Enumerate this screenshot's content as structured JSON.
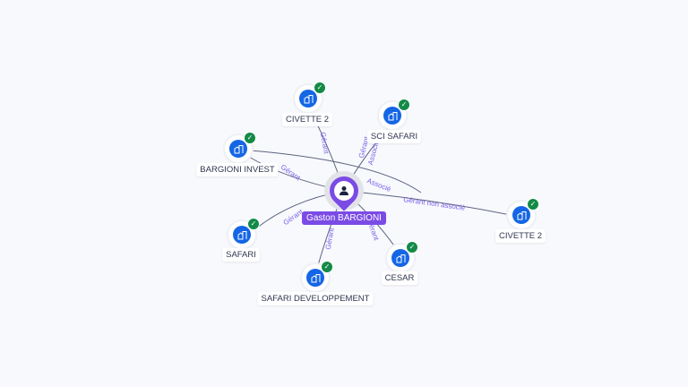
{
  "center": {
    "name": "Gaston BARGIONI",
    "icon": "person-icon",
    "color": "#7b4be6"
  },
  "nodes": [
    {
      "name": "CIVETTE 2",
      "icon": "company-icon",
      "verified": true
    },
    {
      "name": "SCI SAFARI",
      "icon": "company-icon",
      "verified": true
    },
    {
      "name": "BARGIONI INVEST",
      "icon": "company-icon",
      "verified": true
    },
    {
      "name": "SAFARI",
      "icon": "company-icon",
      "verified": true
    },
    {
      "name": "SAFARI DEVELOPPEMENT",
      "icon": "company-icon",
      "verified": true
    },
    {
      "name": "CESAR",
      "icon": "company-icon",
      "verified": true
    },
    {
      "name": "CIVETTE 2",
      "icon": "company-icon",
      "verified": true
    }
  ],
  "edges": [
    {
      "label": "Gérant"
    },
    {
      "label": "Gérant"
    },
    {
      "label": "Associé"
    },
    {
      "label": "Gérant"
    },
    {
      "label": "Gérant"
    },
    {
      "label": "Gérant"
    },
    {
      "label": "Gérant"
    },
    {
      "label": "Associé"
    },
    {
      "label": "Gérant non associé"
    }
  ],
  "colors": {
    "company": "#1466e6",
    "verified": "#138a47",
    "edge_label": "#7b61e8",
    "edge": "#5c6480"
  }
}
